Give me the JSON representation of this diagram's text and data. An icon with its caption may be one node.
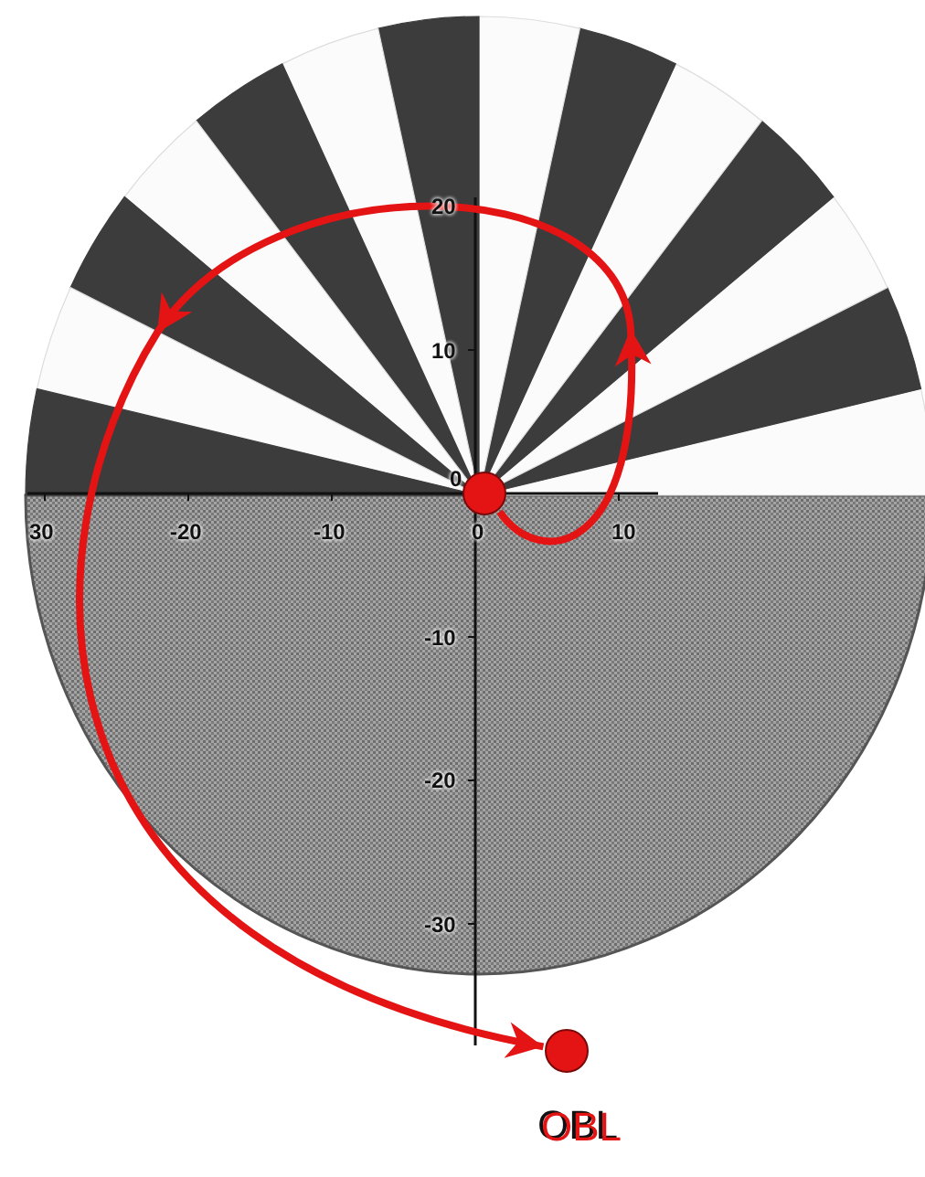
{
  "diagram": {
    "nodes": [
      {
        "text": [],
        "shape": "circle"
      },
      {
        "text": [],
        "shape": "circle",
        "beside": [
          "OBL"
        ]
      }
    ],
    "edges": [
      {
        "from": 0,
        "to": 1,
        "arrow": "to"
      }
    ],
    "labels": [
      "20",
      "10",
      "0",
      "30",
      "-20",
      "-10",
      "0",
      "10",
      "-10",
      "-20",
      "-30"
    ]
  }
}
